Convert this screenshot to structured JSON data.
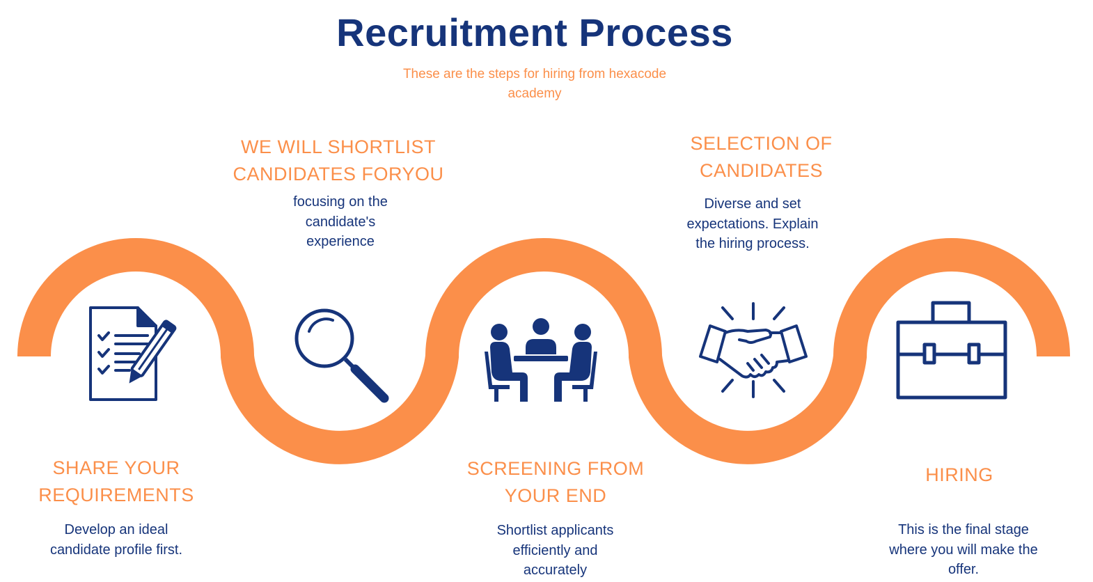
{
  "header": {
    "title": "Recruitment Process",
    "subtitle": "These are the steps for hiring from hexacode academy"
  },
  "colors": {
    "accent": "#fb8f4a",
    "primary": "#16347a"
  },
  "steps": [
    {
      "title": "SHARE YOUR REQUIREMENTS",
      "description": "Develop an ideal candidate profile first.",
      "icon": "document-pen-icon"
    },
    {
      "title": "WE WILL SHORTLIST CANDIDATES FORYOU",
      "description": "focusing on the candidate's experience",
      "icon": "magnifier-icon"
    },
    {
      "title": "SCREENING FROM YOUR END",
      "description": "Shortlist applicants efficiently and accurately",
      "icon": "meeting-icon"
    },
    {
      "title": "SELECTION OF CANDIDATES",
      "description": "Diverse and set expectations. Explain the hiring process.",
      "icon": "handshake-icon"
    },
    {
      "title": "HIRING",
      "description": "This is the final stage where you will make the offer.",
      "icon": "briefcase-icon"
    }
  ]
}
